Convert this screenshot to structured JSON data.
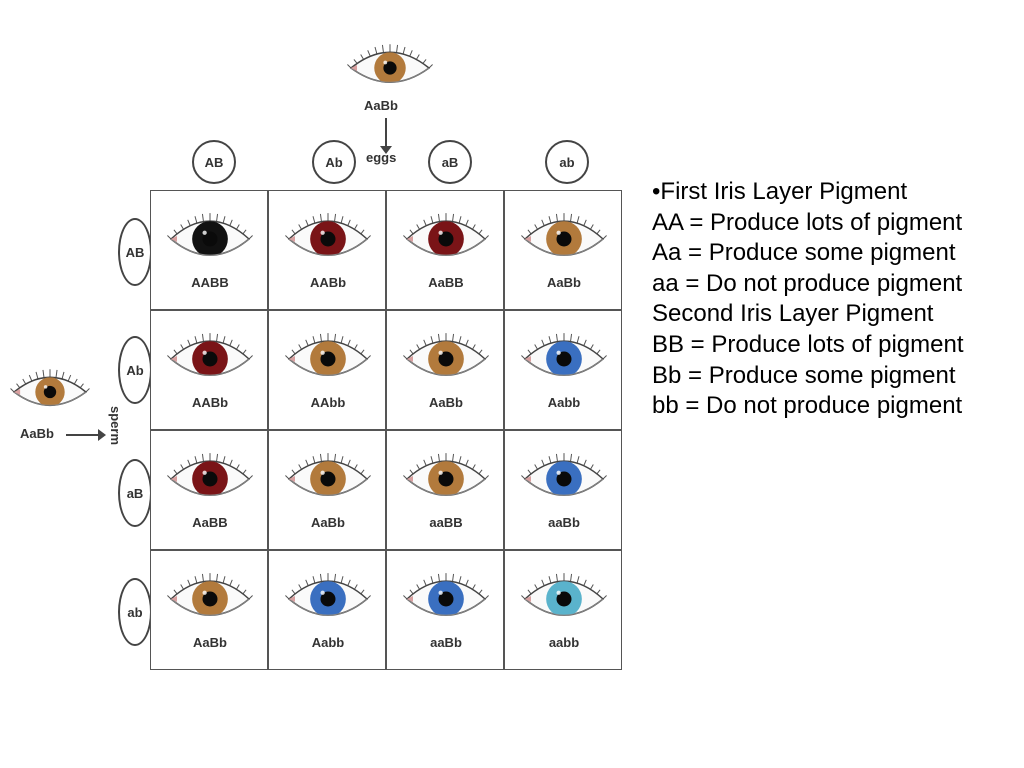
{
  "top_parent": {
    "genotype": "AaBb",
    "label": "eggs",
    "eye_color": "#b27a3c"
  },
  "left_parent": {
    "genotype": "AaBb",
    "label": "sperm",
    "eye_color": "#b27a3c"
  },
  "columns": [
    "AB",
    "Ab",
    "aB",
    "ab"
  ],
  "rows": [
    "AB",
    "Ab",
    "aB",
    "ab"
  ],
  "grid": [
    [
      {
        "genotype": "AABB",
        "color": "#111111"
      },
      {
        "genotype": "AABb",
        "color": "#7a1417"
      },
      {
        "genotype": "AaBB",
        "color": "#7a1417"
      },
      {
        "genotype": "AaBb",
        "color": "#b27a3c"
      }
    ],
    [
      {
        "genotype": "AABb",
        "color": "#7a1417"
      },
      {
        "genotype": "AAbb",
        "color": "#b27a3c"
      },
      {
        "genotype": "AaBb",
        "color": "#b27a3c"
      },
      {
        "genotype": "Aabb",
        "color": "#3a6fc0"
      }
    ],
    [
      {
        "genotype": "AaBB",
        "color": "#7a1417"
      },
      {
        "genotype": "AaBb",
        "color": "#b27a3c"
      },
      {
        "genotype": "aaBB",
        "color": "#b27a3c"
      },
      {
        "genotype": "aaBb",
        "color": "#3a6fc0"
      }
    ],
    [
      {
        "genotype": "AaBb",
        "color": "#b27a3c"
      },
      {
        "genotype": "Aabb",
        "color": "#3a6fc0"
      },
      {
        "genotype": "aaBb",
        "color": "#3a6fc0"
      },
      {
        "genotype": "aabb",
        "color": "#5ab3cc"
      }
    ]
  ],
  "notes": [
    "•First Iris Layer Pigment",
    "AA = Produce lots of pigment",
    "Aa = Produce some pigment",
    "aa = Do not produce pigment",
    "Second Iris Layer Pigment",
    "BB = Produce lots of pigment",
    "Bb = Produce some pigment",
    "bb = Do not produce pigment"
  ]
}
